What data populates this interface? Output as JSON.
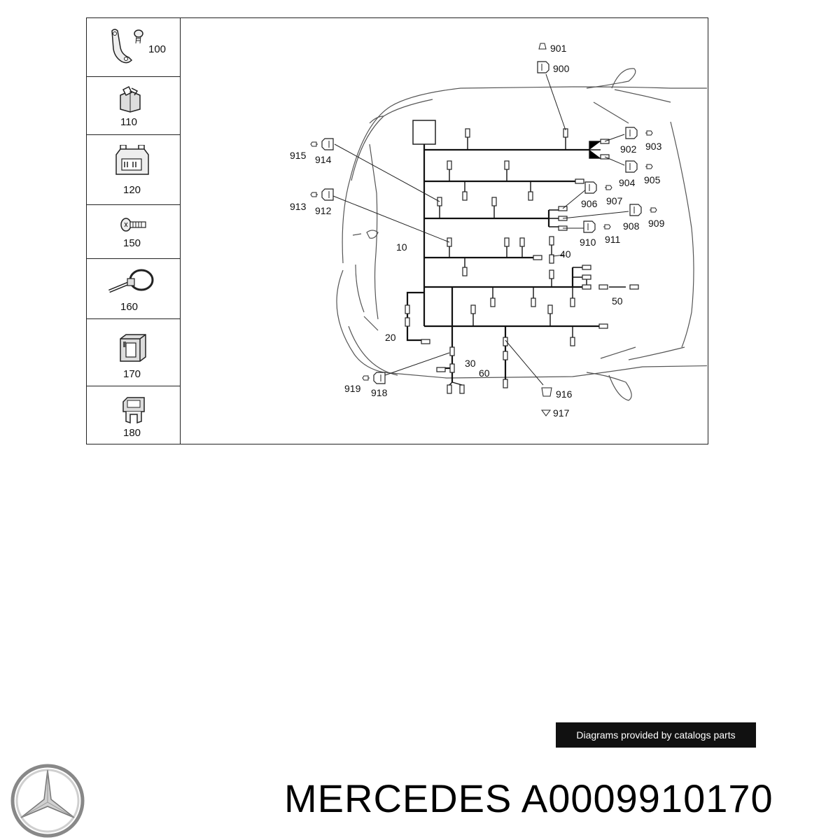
{
  "parts": [
    {
      "number": "100",
      "icon": "bracket-with-bolt-icon"
    },
    {
      "number": "110",
      "icon": "clip-icon"
    },
    {
      "number": "120",
      "icon": "connector-clip-icon"
    },
    {
      "number": "150",
      "icon": "bolt-icon"
    },
    {
      "number": "160",
      "icon": "cable-tie-icon"
    },
    {
      "number": "170",
      "icon": "holder-icon"
    },
    {
      "number": "180",
      "icon": "retainer-clip-icon"
    }
  ],
  "callouts": {
    "c10": "10",
    "c20": "20",
    "c30": "30",
    "c40": "40",
    "c50": "50",
    "c60": "60",
    "c900": "900",
    "c901": "901",
    "c902": "902",
    "c903": "903",
    "c904": "904",
    "c905": "905",
    "c906": "906",
    "c907": "907",
    "c908": "908",
    "c909": "909",
    "c910": "910",
    "c911": "911",
    "c912": "912",
    "c913": "913",
    "c914": "914",
    "c915": "915",
    "c916": "916",
    "c917": "917",
    "c918": "918",
    "c919": "919"
  },
  "credit": "Diagrams provided by catalogs parts",
  "brand": "MERCEDES",
  "part_number": "A0009910170",
  "logo_icon": "mercedes-star-icon"
}
